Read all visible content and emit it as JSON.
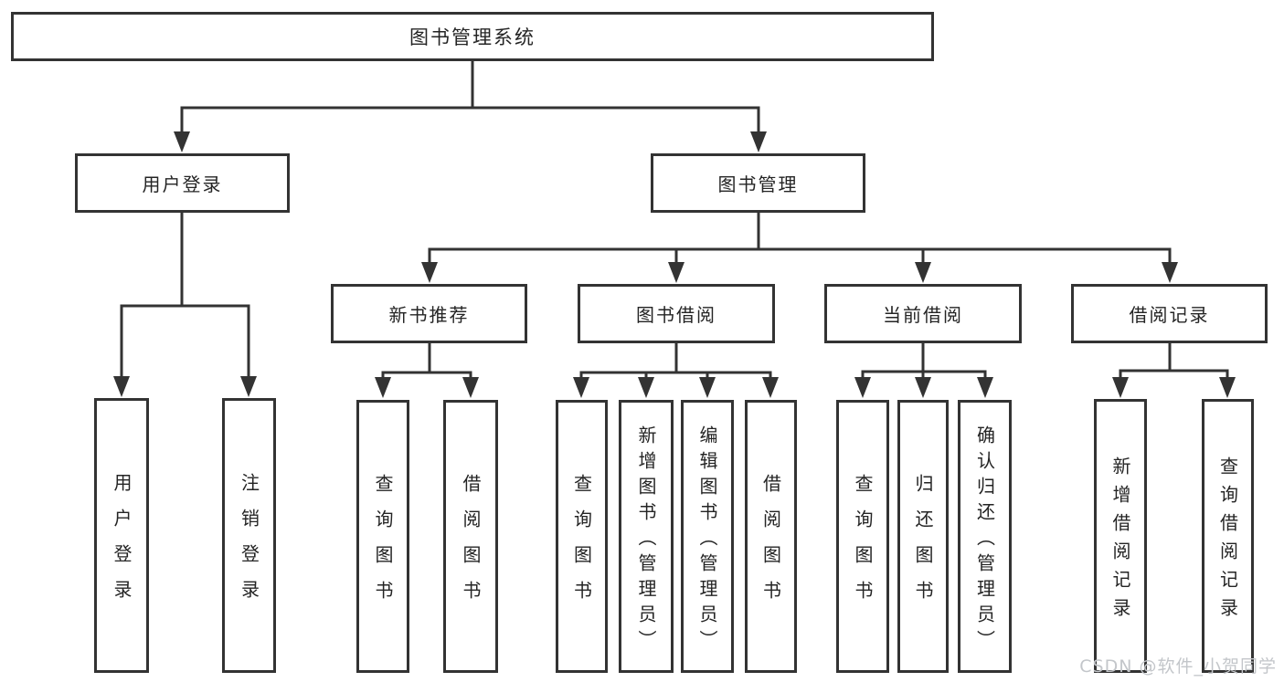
{
  "diagram_type": "hierarchy-tree",
  "colors": {
    "background": "#ffffff",
    "line": "#333333",
    "box_border": "#333333",
    "text": "#242424",
    "watermark": "#c3c6ca"
  },
  "tree": {
    "label": "图书管理系统",
    "children": [
      {
        "label": "用户登录",
        "children": [
          {
            "label": "用户登录"
          },
          {
            "label": "注销登录"
          }
        ]
      },
      {
        "label": "图书管理",
        "children": [
          {
            "label": "新书推荐",
            "children": [
              {
                "label": "查询图书"
              },
              {
                "label": "借阅图书"
              }
            ]
          },
          {
            "label": "图书借阅",
            "children": [
              {
                "label": "查询图书"
              },
              {
                "label": "新增图书（管理员）"
              },
              {
                "label": "编辑图书（管理员）"
              },
              {
                "label": "借阅图书"
              }
            ]
          },
          {
            "label": "当前借阅",
            "children": [
              {
                "label": "查询图书"
              },
              {
                "label": "归还图书"
              },
              {
                "label": "确认归还（管理员）"
              }
            ]
          },
          {
            "label": "借阅记录",
            "children": [
              {
                "label": "新增借阅记录"
              },
              {
                "label": "查询借阅记录"
              }
            ]
          }
        ]
      }
    ]
  },
  "watermark": {
    "text": "CSDN @软件_小贺同学"
  }
}
